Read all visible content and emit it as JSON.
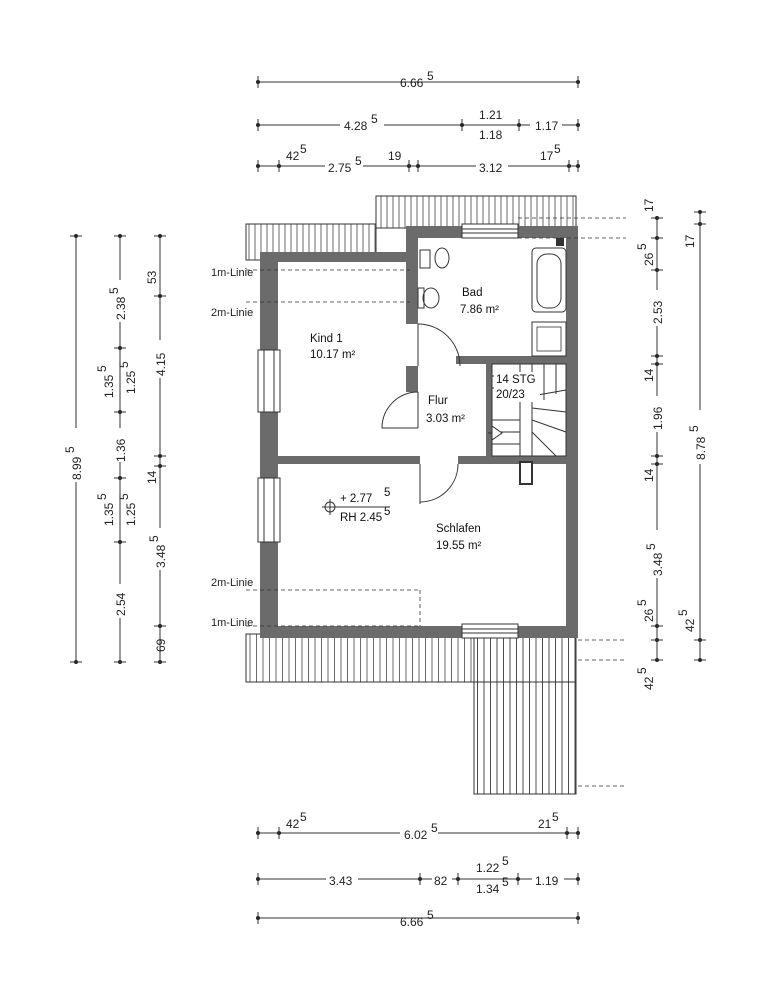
{
  "top_dims": {
    "row1": {
      "total": "6.66",
      "total_sup": "5"
    },
    "row2": {
      "a": "4.28",
      "a_sup": "5",
      "b_top": "1.21",
      "b_bottom": "1.18",
      "c": "1.17"
    },
    "row3": {
      "a": "42",
      "a_sup": "5",
      "b": "2.75",
      "b_sup": "5",
      "c": "19",
      "d": "3.12",
      "e": "17",
      "e_sup": "5"
    }
  },
  "bottom_dims": {
    "row1": {
      "a": "42",
      "a_sup": "5",
      "b": "6.02",
      "b_sup": "5",
      "c": "21",
      "c_sup": "5"
    },
    "row2": {
      "a": "3.43",
      "b": "82",
      "c_top": "1.22",
      "c_top_sup": "5",
      "c_bottom": "1.34",
      "c_bottom_sup": "5",
      "d": "1.19"
    },
    "row3": {
      "total": "6.66",
      "total_sup": "5"
    }
  },
  "left_dims": {
    "outer": {
      "total": "8.99",
      "total_sup": "5"
    },
    "middle": {
      "a": "2.38",
      "a_sup": "5",
      "b": "1.35",
      "b_sup": "5",
      "c": "1.36",
      "d": "1.35",
      "d_sup": "5",
      "e": "2.54"
    },
    "inner": {
      "a": "53",
      "b": "4.15",
      "c": "1.25",
      "c_sup": "5",
      "d": "14",
      "e": "1.25",
      "e_sup": "5",
      "f": "3.48",
      "f_sup": "5",
      "g": "69"
    }
  },
  "right_dims": {
    "inner": {
      "a": "17",
      "b": "26",
      "b_sup": "5",
      "c": "2.53",
      "d": "14",
      "e": "1.96",
      "f": "14",
      "g": "3.48",
      "g_sup": "5",
      "h": "26",
      "h_sup": "5",
      "i": "42",
      "i_sup": "5"
    },
    "outer": {
      "a": "17",
      "b": "8.78",
      "b_sup": "5",
      "c": "42",
      "c_sup": "5"
    }
  },
  "line_labels": {
    "top_1m": "1m-Linie",
    "top_2m": "2m-Linie",
    "bottom_2m": "2m-Linie",
    "bottom_1m": "1m-Linie"
  },
  "rooms": {
    "kind": {
      "name": "Kind 1",
      "area": "10.17 m²"
    },
    "bad": {
      "name": "Bad",
      "area": "7.86 m²"
    },
    "flur": {
      "name": "Flur",
      "area": "3.03 m²"
    },
    "schlafen": {
      "name": "Schlafen",
      "area": "19.55 m²"
    }
  },
  "stairs": {
    "label1": "14 STG",
    "label2": "20/23"
  },
  "level": {
    "elev": "+ 2.77",
    "elev_sup": "5",
    "rh": "RH 2.45",
    "rh_sup": "5"
  }
}
